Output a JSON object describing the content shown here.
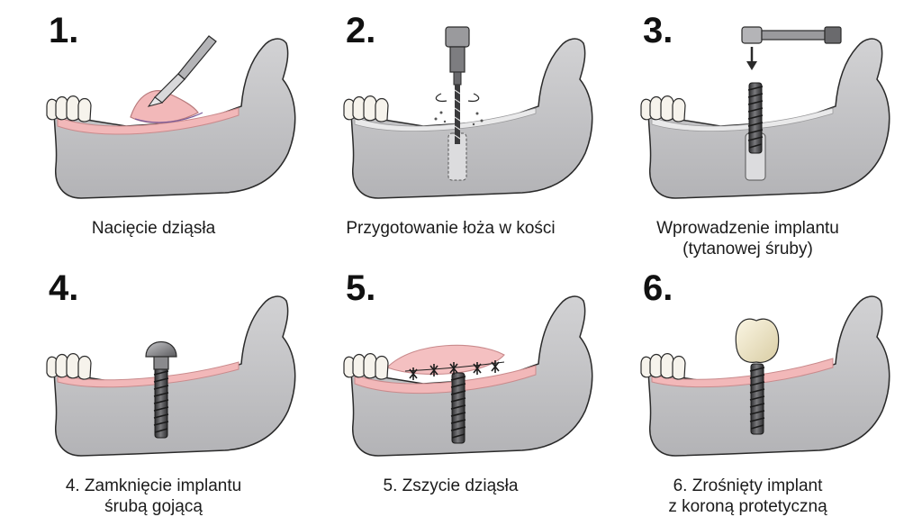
{
  "steps": [
    {
      "number": "1.",
      "caption": [
        "Nacięcie dziąsła"
      ]
    },
    {
      "number": "2.",
      "caption": [
        "Przygotowanie łoża w kości"
      ]
    },
    {
      "number": "3.",
      "caption": [
        "Wprowadzenie implantu",
        "(tytanowej śruby)"
      ]
    },
    {
      "number": "4.",
      "caption": [
        "4. Zamknięcie implantu",
        "śrubą gojącą"
      ]
    },
    {
      "number": "5.",
      "caption": [
        "5. Zszycie dziąsła"
      ]
    },
    {
      "number": "6.",
      "caption": [
        "6. Zrośnięty implant",
        "z koroną protetyczną"
      ]
    }
  ],
  "colors": {
    "bone": "#c5c5c7",
    "bone_outline": "#2a2a2a",
    "gum": "#f2b8b9",
    "tooth": "#f6f3ec",
    "implant": "#4a4a4c",
    "crown": "#efe6c8"
  },
  "icons": [
    "scalpel-icon",
    "drill-icon",
    "wrench-icon",
    "implant-icon",
    "healing-cap-icon",
    "suture-icon",
    "crown-icon"
  ]
}
